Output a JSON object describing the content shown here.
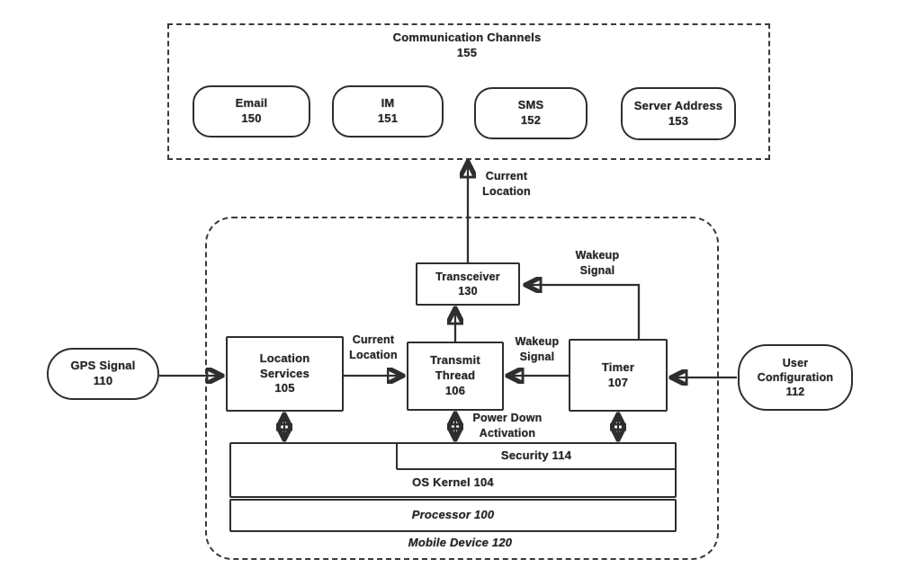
{
  "colors": {
    "ink": "#2e2e2e",
    "background": "#ffffff"
  },
  "communication_channels": {
    "title": "Communication Channels",
    "number": "155",
    "channels": [
      {
        "label": "Email",
        "number": "150"
      },
      {
        "label": "IM",
        "number": "151"
      },
      {
        "label": "SMS",
        "number": "152"
      },
      {
        "label": "Server Address",
        "number": "153"
      }
    ]
  },
  "external_inputs": {
    "gps_signal": {
      "label": "GPS Signal",
      "number": "110"
    },
    "user_configuration": {
      "line1": "User",
      "line2": "Configuration",
      "number": "112"
    }
  },
  "mobile_device": {
    "caption": "Mobile Device 120",
    "transceiver": {
      "label": "Transceiver",
      "number": "130"
    },
    "location_services": {
      "line1": "Location",
      "line2": "Services",
      "number": "105"
    },
    "transmit_thread": {
      "line1": "Transmit",
      "line2": "Thread",
      "number": "106"
    },
    "timer": {
      "label": "Timer",
      "number": "107"
    },
    "security": {
      "caption": "Security 114"
    },
    "os_kernel": {
      "caption": "OS Kernel 104"
    },
    "processor": {
      "caption": "Processor 100"
    }
  },
  "flow_labels": {
    "current_location_top": {
      "line1": "Current",
      "line2": "Location"
    },
    "current_location_mid": {
      "line1": "Current",
      "line2": "Location"
    },
    "wakeup_signal_top": {
      "line1": "Wakeup",
      "line2": "Signal"
    },
    "wakeup_signal_mid": {
      "line1": "Wakeup",
      "line2": "Signal"
    },
    "power_down": {
      "line1": "Power Down",
      "line2": "Activation"
    }
  }
}
